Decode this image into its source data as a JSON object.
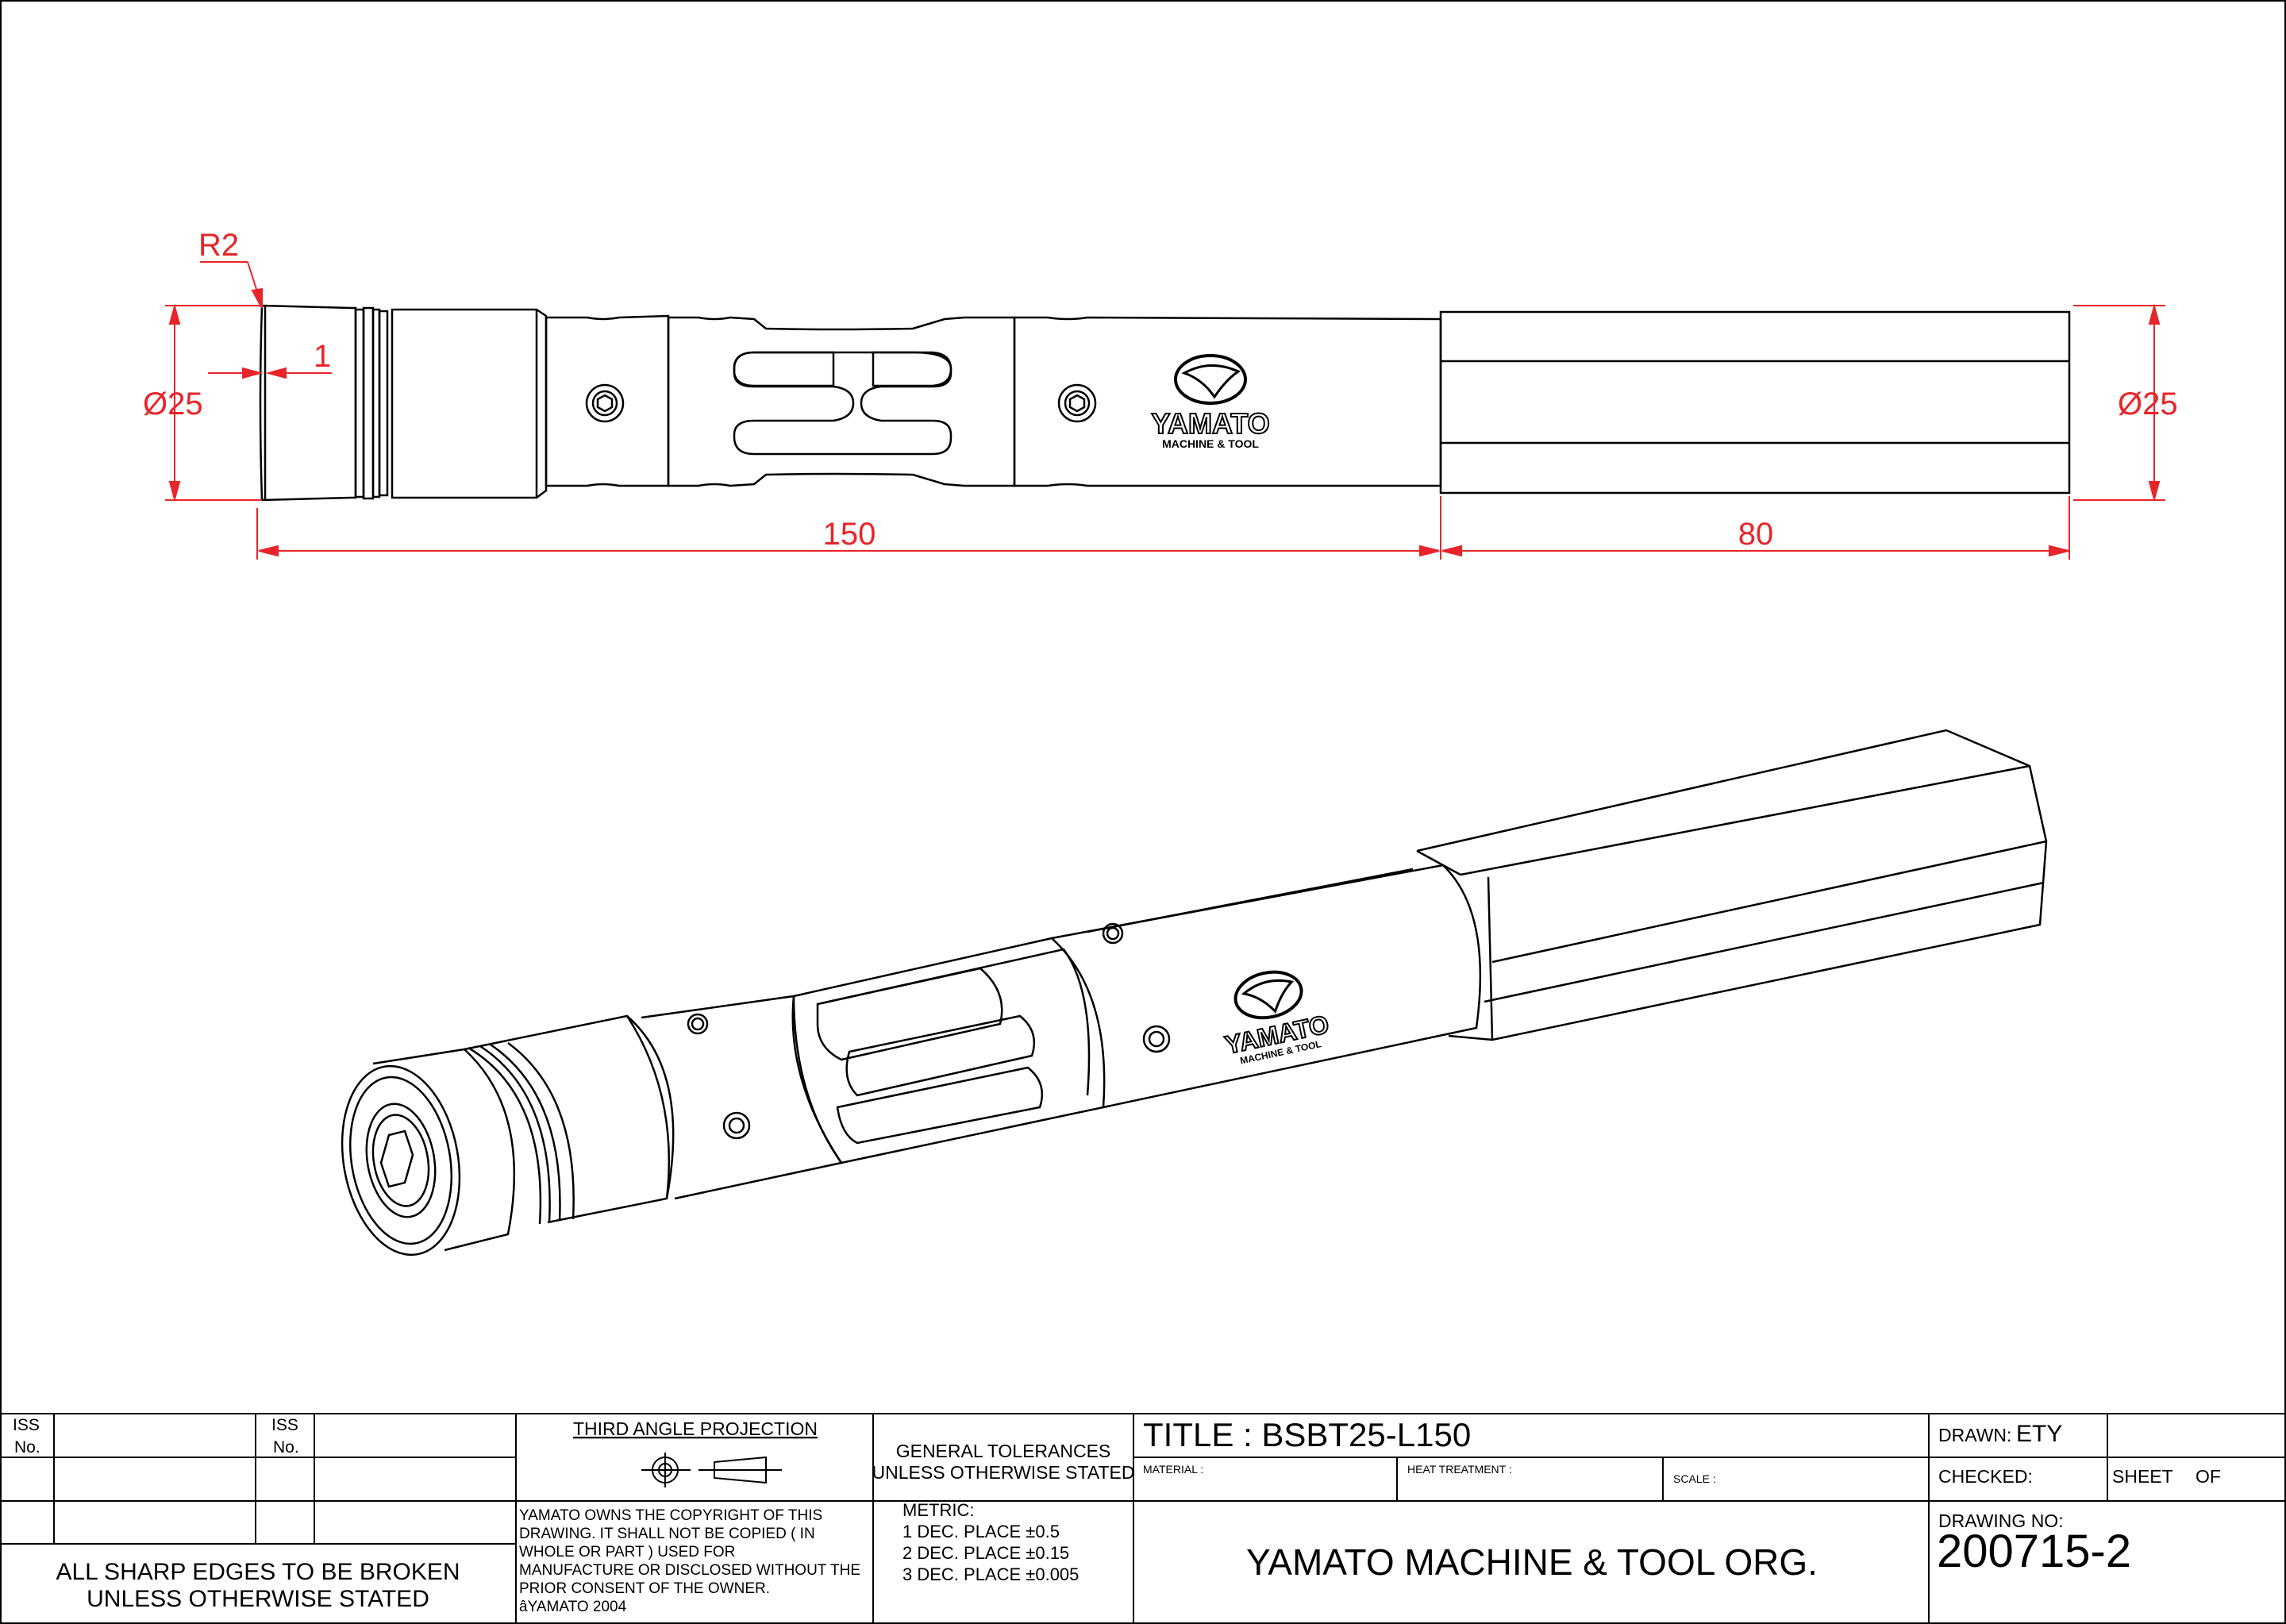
{
  "dimensions": {
    "r2": "R2",
    "chamfer": "1",
    "dia_left": "Ø25",
    "dia_right": "Ø25",
    "len_150": "150",
    "len_80": "80"
  },
  "logo": {
    "brand": "YAMATO",
    "tagline": "MACHINE & TOOL"
  },
  "title_block": {
    "iss_no_1": "ISS\nNo.",
    "iss_no_2": "ISS\nNo.",
    "iss_label": "ISS",
    "no_label": "No.",
    "edges_note_1": "ALL SHARP EDGES TO BE BROKEN",
    "edges_note_2": "UNLESS OTHERWISE STATED",
    "projection_label": "THIRD ANGLE PROJECTION",
    "copyright_lines": [
      "YAMATO OWNS THE COPYRIGHT OF THIS",
      "DRAWING. IT SHALL NOT BE COPIED ( IN",
      "WHOLE OR PART ) USED FOR",
      "MANUFACTURE OR DISCLOSED WITHOUT THE",
      "PRIOR CONSENT OF THE OWNER.",
      "âYAMATO 2004"
    ],
    "tolerances_title_1": "GENERAL TOLERANCES",
    "tolerances_title_2": "UNLESS OTHERWISE STATED",
    "metric_label": "METRIC:",
    "tolerance_lines": [
      "1 DEC. PLACE  ±0.5",
      "2 DEC. PLACE  ±0.15",
      "3 DEC. PLACE  ±0.005"
    ],
    "title": "TITLE : BSBT25-L150",
    "material_label": "MATERIAL :",
    "heat_treatment_label": "HEAT TREATMENT :",
    "scale_label": "SCALE :",
    "company": "YAMATO MACHINE & TOOL ORG.",
    "drawn_label": "DRAWN:",
    "drawn_value": "ETY",
    "checked_label": "CHECKED:",
    "sheet_label": "SHEET",
    "of_label": "OF",
    "drawing_no_label": "DRAWING NO:",
    "drawing_no": "200715-2"
  },
  "colors": {
    "dimension": "#e8252a",
    "linework": "#000000"
  }
}
